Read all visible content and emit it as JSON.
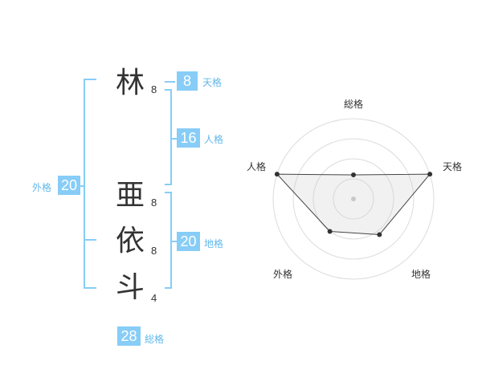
{
  "name": {
    "chars": [
      {
        "char": "林",
        "strokes": "8"
      },
      {
        "char": "亜",
        "strokes": "8"
      },
      {
        "char": "依",
        "strokes": "8"
      },
      {
        "char": "斗",
        "strokes": "4"
      }
    ]
  },
  "kakusu": {
    "tenkaku": {
      "value": "8",
      "label": "天格"
    },
    "jinkaku": {
      "value": "16",
      "label": "人格"
    },
    "chikaku": {
      "value": "20",
      "label": "地格"
    },
    "gaikaku": {
      "value": "20",
      "label": "外格"
    },
    "soukaku": {
      "value": "28",
      "label": "総格"
    }
  },
  "colors": {
    "accent": "#87cdf7",
    "label": "#62b8ea",
    "text": "#333333"
  },
  "chart_data": {
    "type": "radar",
    "axes": [
      "総格",
      "天格",
      "地格",
      "外格",
      "人格"
    ],
    "values": [
      0.3,
      1.0,
      0.55,
      0.5,
      1.0
    ],
    "rings": 4,
    "max": 1
  }
}
